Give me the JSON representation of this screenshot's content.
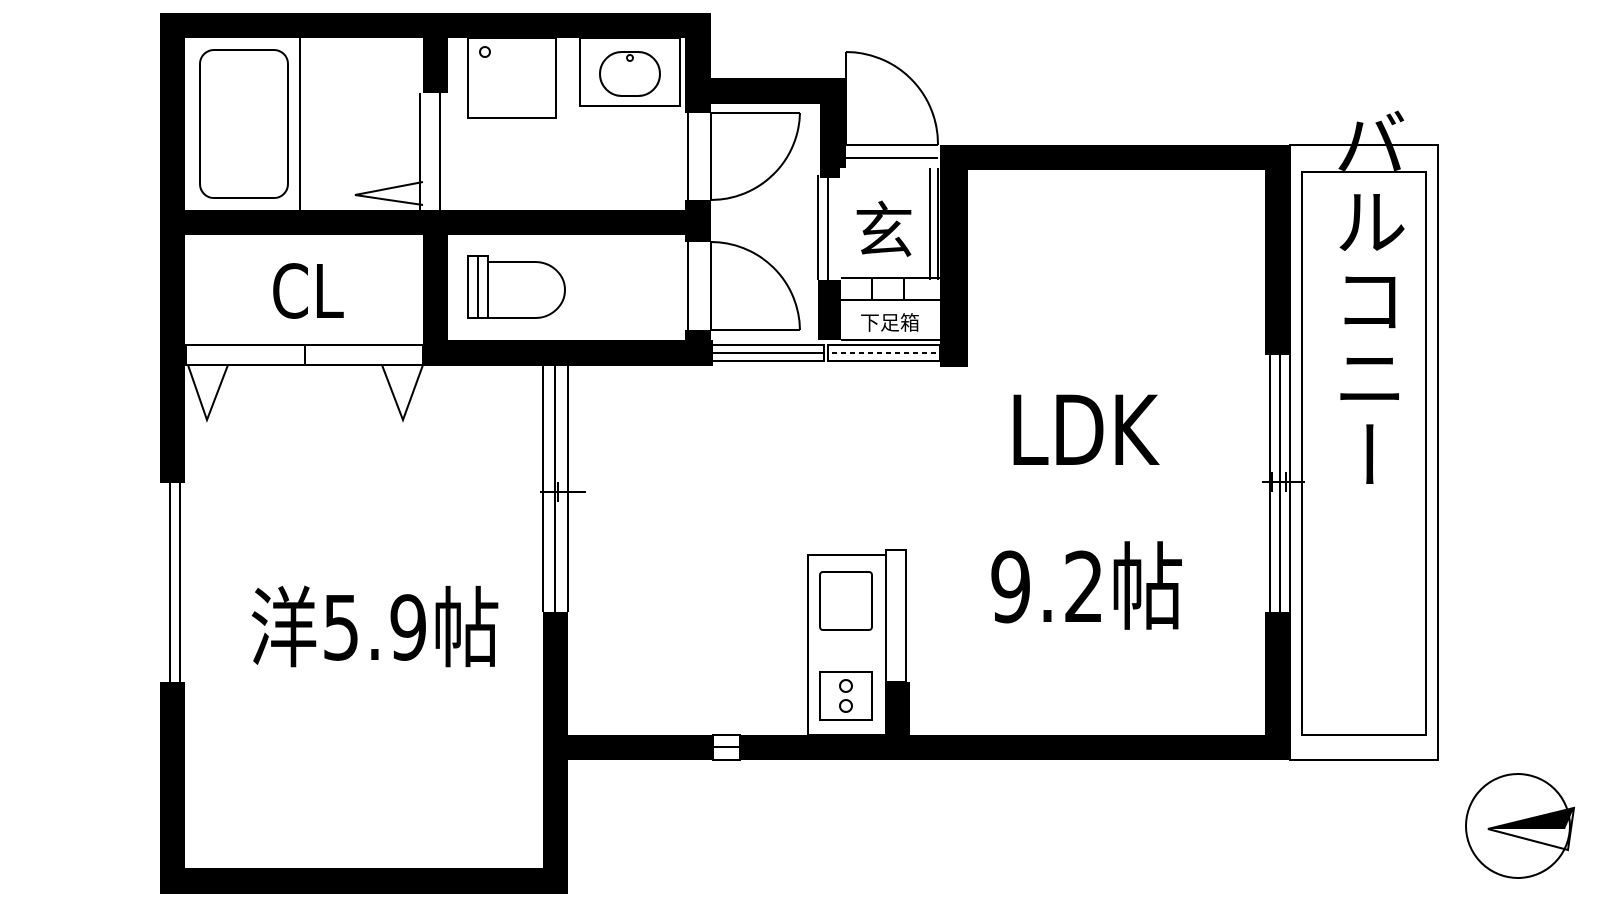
{
  "floor_plan": {
    "rooms": {
      "closet": {
        "label": "CL"
      },
      "entrance": {
        "label": "玄"
      },
      "shoe_box": {
        "label": "下足箱"
      },
      "ldk": {
        "label": "LDK",
        "size": "9.2帖"
      },
      "western_room": {
        "label": "洋5.9帖"
      },
      "balcony": {
        "label": "バルコニー"
      }
    },
    "compass": {
      "icon": "north-arrow-icon",
      "direction": "west"
    },
    "colors": {
      "wall": "#000000",
      "fixture": "#000000",
      "background": "#ffffff"
    }
  }
}
